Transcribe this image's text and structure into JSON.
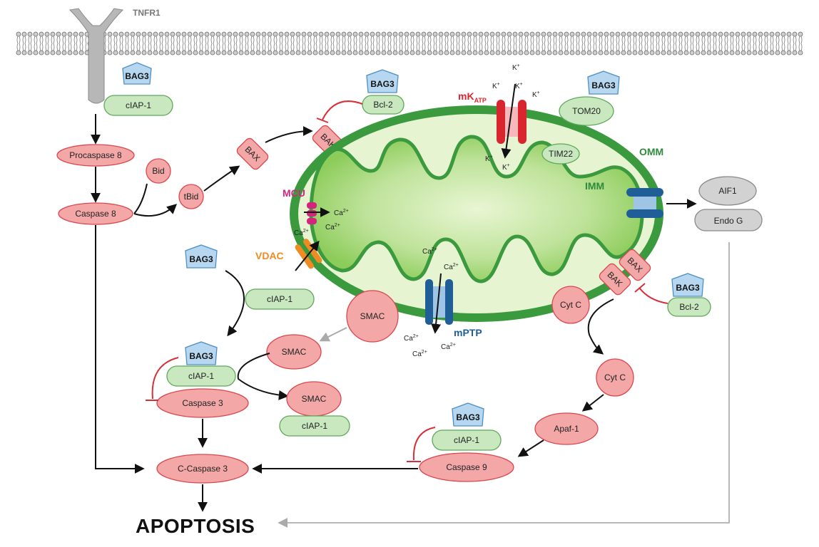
{
  "receptor": "TNFR1",
  "outcome": "APOPTOSIS",
  "mito_labels": {
    "omm": "OMM",
    "imm": "IMM",
    "mcu": "MCU",
    "vdac": "VDAC",
    "mptp": "mPTP",
    "mkatp": "mK",
    "mkatp_sub": "ATP"
  },
  "colors": {
    "pro_apoptotic": "#f4a7a7",
    "inhibitor": "#c9e8c0",
    "bag3": "#b6d7ef",
    "release": "#d2d2d2",
    "mito_outer": "#3a9a3d",
    "mito_inner": "#8ccc5a",
    "inhibition_line": "#d62f3a"
  },
  "nodes": {
    "bag3_top": "BAG3",
    "ciap1_top": "cIAP-1",
    "procaspase8": "Procaspase 8",
    "caspase8": "Caspase 8",
    "bid": "Bid",
    "tbid": "tBid",
    "bax_top": "BAX",
    "bak_top": "BAK",
    "bag3_bcl2_top": "BAG3",
    "bcl2_top": "Bcl-2",
    "bag3_tom": "BAG3",
    "tom20": "TOM20",
    "tim22": "TIM22",
    "aif1": "AIF1",
    "endog": "Endo G",
    "bag3_mid": "BAG3",
    "ciap1_mid": "cIAP-1",
    "smac_mito": "SMAC",
    "smac_mid": "SMAC",
    "bag3_c3": "BAG3",
    "ciap1_c3": "cIAP-1",
    "caspase3": "Caspase 3",
    "smac_low": "SMAC",
    "ciap1_low": "cIAP-1",
    "ccaspase3": "C-Caspase 3",
    "bax_right": "BAX",
    "bak_right": "BAK",
    "bag3_bcl2_right": "BAG3",
    "bcl2_right": "Bcl-2",
    "cytc_mito": "Cyt C",
    "cytc_out": "Cyt C",
    "apaf1": "Apaf-1",
    "bag3_c9": "BAG3",
    "ciap1_c9": "cIAP-1",
    "caspase9": "Caspase 9"
  },
  "ions": {
    "k": "K",
    "k_sup": "+",
    "ca": "Ca",
    "ca_sup": "2+"
  }
}
